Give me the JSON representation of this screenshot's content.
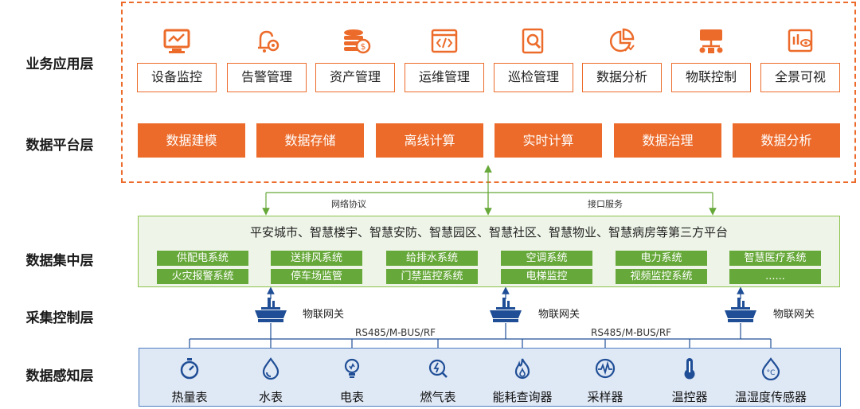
{
  "layers": {
    "business": "业务应用层",
    "platform": "数据平台层",
    "centralize": "数据集中层",
    "control": "采集控制层",
    "perception": "数据感知层"
  },
  "applications": [
    {
      "label": "设备监控",
      "icon": "monitor-chart-icon"
    },
    {
      "label": "告警管理",
      "icon": "bell-gear-icon"
    },
    {
      "label": "资产管理",
      "icon": "coin-stack-icon"
    },
    {
      "label": "运维管理",
      "icon": "code-window-icon"
    },
    {
      "label": "巡检管理",
      "icon": "magnifier-doc-icon"
    },
    {
      "label": "数据分析",
      "icon": "pie-chart-icon"
    },
    {
      "label": "物联控制",
      "icon": "network-node-icon"
    },
    {
      "label": "全景可视",
      "icon": "eye-chart-icon"
    }
  ],
  "platform": [
    "数据建模",
    "数据存储",
    "离线计算",
    "实时计算",
    "数据治理",
    "数据分析"
  ],
  "connectors": {
    "left": "网络协议",
    "right": "接口服务",
    "bus_left": "RS485/M-BUS/RF",
    "bus_right": "RS485/M-BUS/RF"
  },
  "central": {
    "title": "平安城市、智慧楼宇、智慧安防、智慧园区、智慧社区、智慧物业、智慧病房等第三方平台",
    "systems_row1": [
      "供配电系统",
      "送排风系统",
      "给排水系统",
      "空调系统",
      "电力系统",
      "智慧医疗系统"
    ],
    "systems_row2": [
      "火灾报警系统",
      "停车场监管",
      "门禁监控系统",
      "电梯监控",
      "视频监控系统",
      "......"
    ]
  },
  "gateways": [
    "物联网关",
    "物联网关",
    "物联网关"
  ],
  "devices": [
    {
      "label": "热量表",
      "icon": "stopwatch-icon"
    },
    {
      "label": "水表",
      "icon": "water-drop-icon"
    },
    {
      "label": "电表",
      "icon": "lightbulb-icon"
    },
    {
      "label": "燃气表",
      "icon": "gas-search-icon"
    },
    {
      "label": "能耗查询器",
      "icon": "flame-icon"
    },
    {
      "label": "采样器",
      "icon": "wave-circle-icon"
    },
    {
      "label": "温控器",
      "icon": "thermometer-icon"
    },
    {
      "label": "温湿度传感器",
      "icon": "humidity-temp-icon"
    }
  ],
  "colors": {
    "orange": "#ec6b2a",
    "green": "#66a839",
    "green_light": "#eef5e8",
    "blue": "#1f4e96",
    "blue_light": "#dfe8f5"
  }
}
